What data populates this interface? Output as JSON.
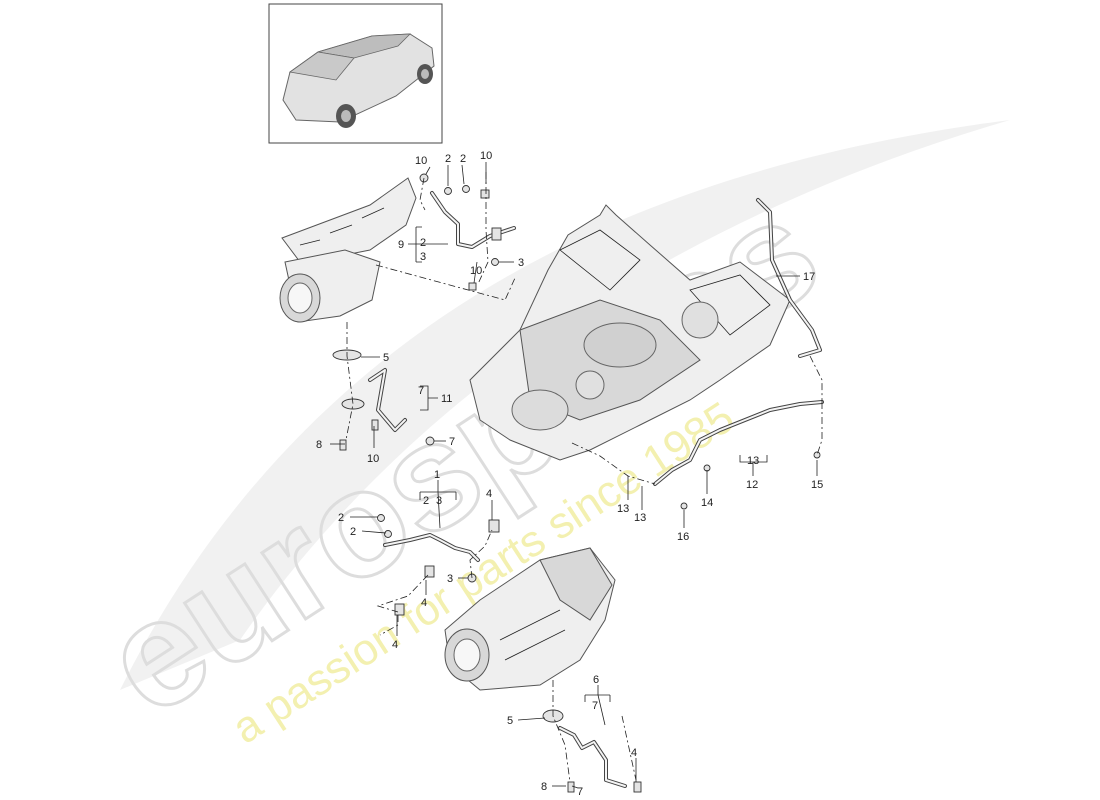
{
  "callouts": {
    "c10a": "10",
    "c2a": "2",
    "c2b": "2",
    "c10b": "10",
    "c9": "9",
    "c9_2": "2",
    "c9_3": "3",
    "c10c": "10",
    "c3a": "3",
    "c5a": "5",
    "c7a": "7",
    "c11": "11",
    "c8a": "8",
    "c10d": "10",
    "c7b": "7",
    "c17": "17",
    "c13a": "13",
    "c12": "12",
    "c15": "15",
    "c14": "14",
    "c13b": "13",
    "c13c": "13",
    "c16": "16",
    "c1": "1",
    "c1_2": "2",
    "c1_3": "3",
    "c4a": "4",
    "c2c": "2",
    "c2d": "2",
    "c3b": "3",
    "c4b": "4",
    "c4c": "4",
    "c6": "6",
    "c6_7": "7",
    "c5b": "5",
    "c4d": "4",
    "c8b": "8",
    "c7c": "7"
  },
  "watermark": {
    "brand": "eurospares",
    "tagline": "a passion for parts since 1985"
  },
  "colors": {
    "watermark_gray": "#e6e6e6",
    "watermark_yellow": "#f3f0b0",
    "line": "#222222"
  }
}
